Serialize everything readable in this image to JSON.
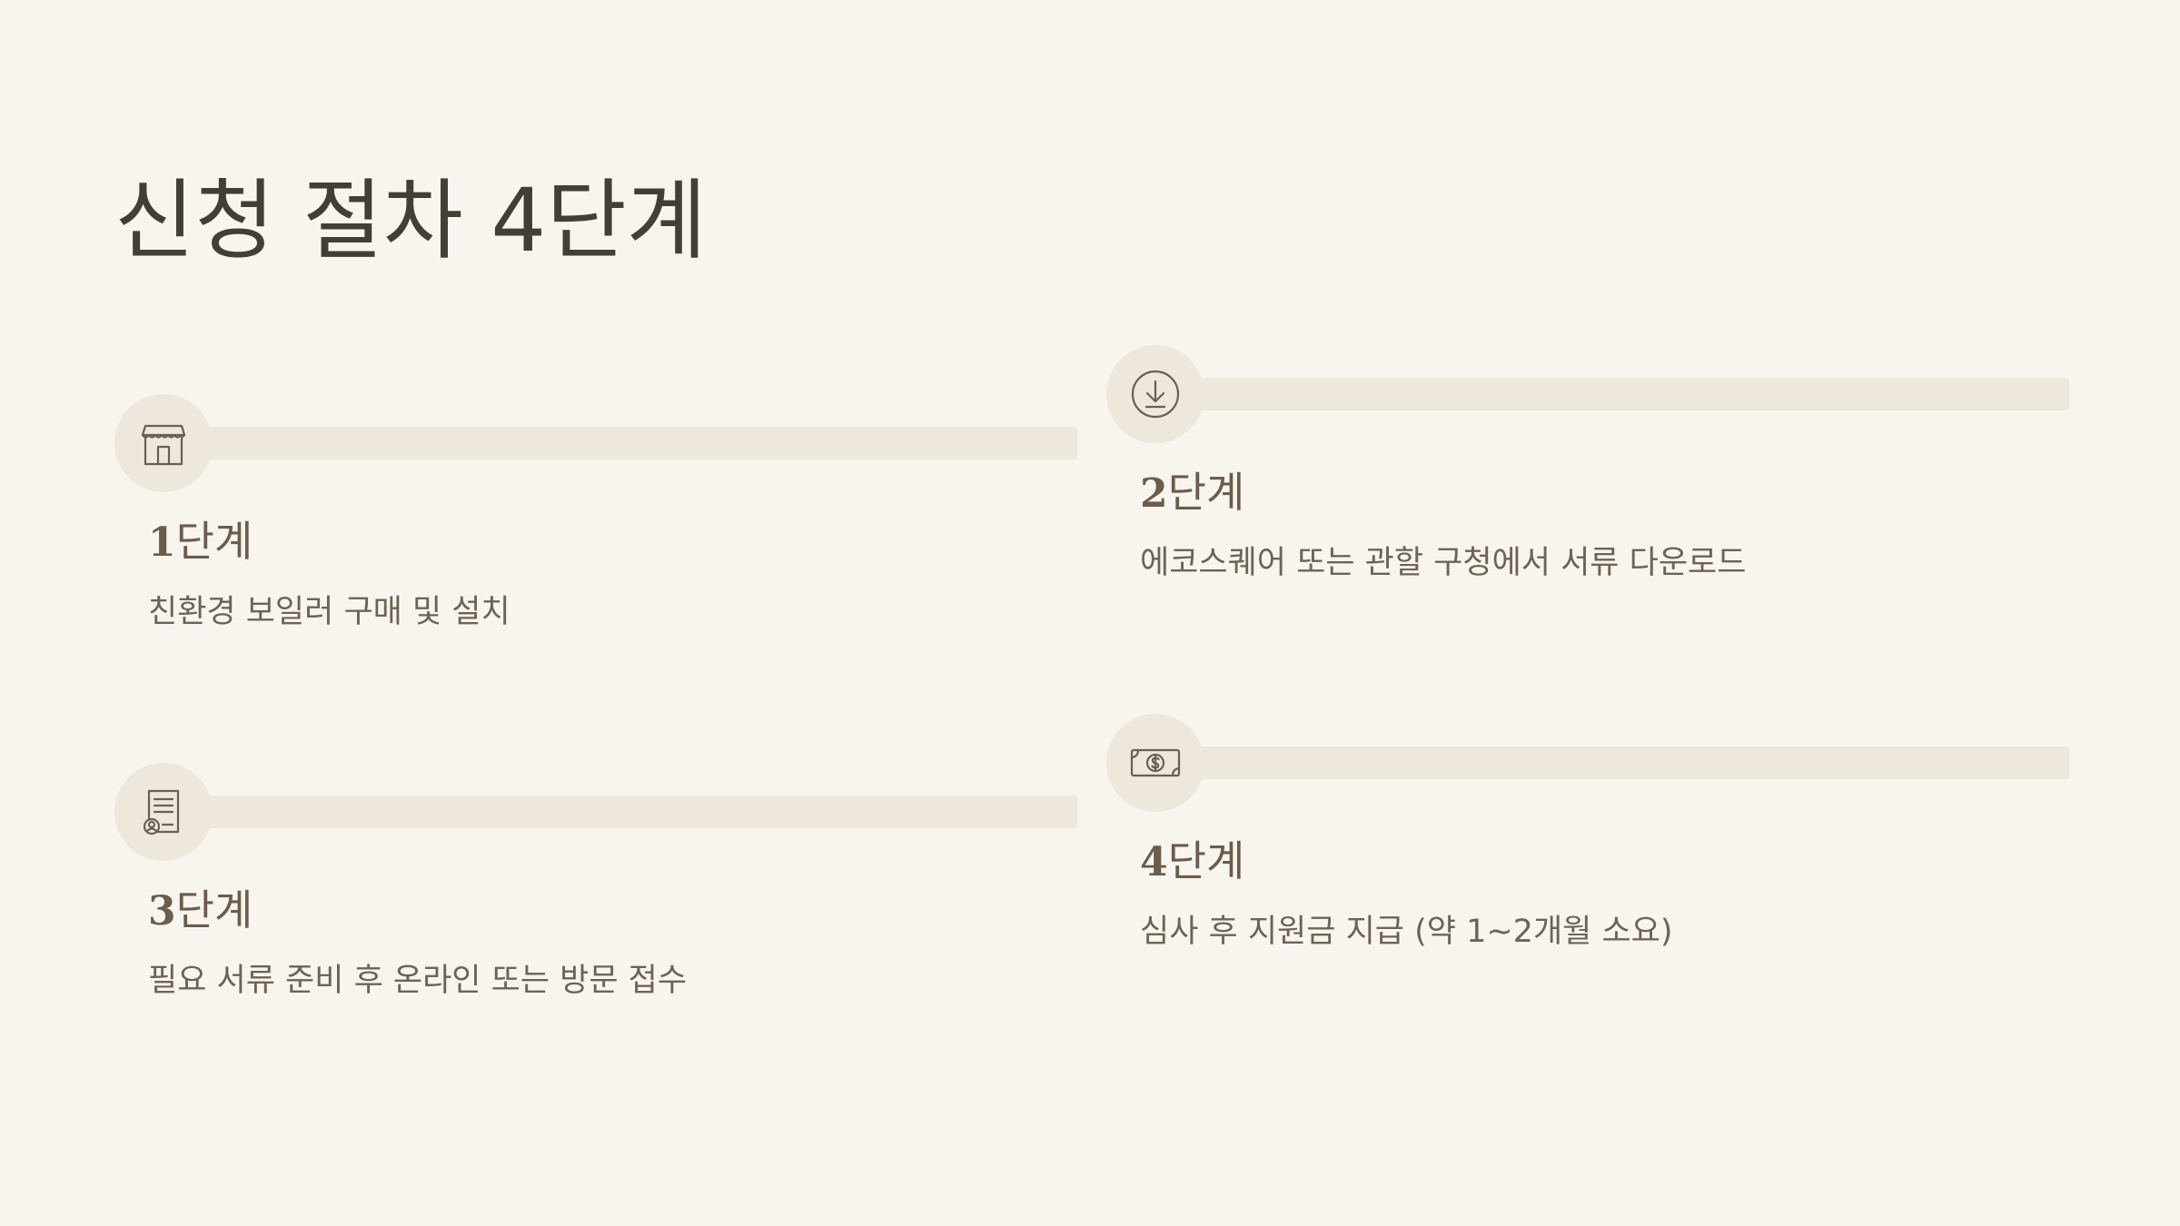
{
  "title": "신청 절차 4단계",
  "steps": [
    {
      "number": "1",
      "suffix": "단계",
      "description": "친환경 보일러 구매 및 설치",
      "icon": "storefront-icon"
    },
    {
      "number": "2",
      "suffix": "단계",
      "description": "에코스퀘어 또는 관할 구청에서 서류 다운로드",
      "icon": "download-icon"
    },
    {
      "number": "3",
      "suffix": "단계",
      "description": "필요 서류 준비 후 온라인 또는 방문 접수",
      "icon": "certificate-icon"
    },
    {
      "number": "4",
      "suffix": "단계",
      "description": "심사 후 지원금 지급 (약 1~2개월 소요)",
      "icon": "money-bill-icon"
    }
  ],
  "colors": {
    "background": "#f8f5ef",
    "bar": "#ede7dc",
    "title_text": "#443f35",
    "heading_text": "#6b5c4c",
    "body_text": "#6e6354",
    "icon_stroke": "#6b5f52"
  }
}
